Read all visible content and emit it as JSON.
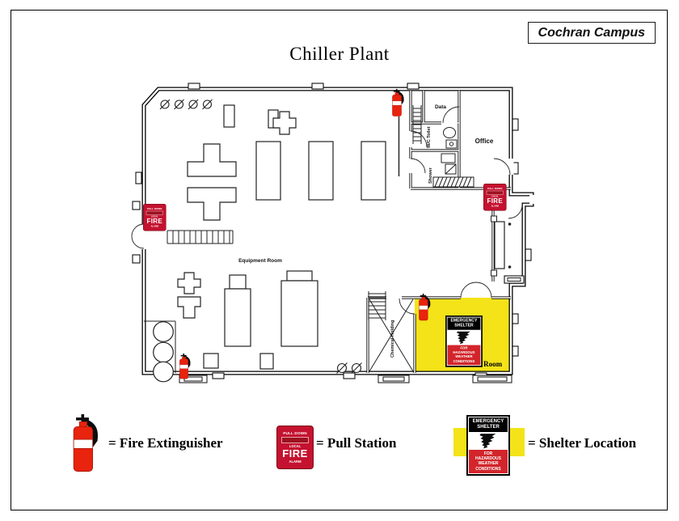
{
  "header": {
    "campus_label": "Cochran Campus",
    "title": "Chiller Plant"
  },
  "floor_plan": {
    "rooms": {
      "data": "Data",
      "office": "Office",
      "wc_toilet": "W/C Toilet",
      "shower": "Shower",
      "equipment_room": "Equipment Room",
      "chemical_holding": "Chemical Holding",
      "electrical_room": "Electrical Room"
    }
  },
  "signs": {
    "pull_station": {
      "line_top": "PULL DOWN",
      "line_local": "LOCAL",
      "line_fire": "FIRE",
      "line_alarm": "ALARM"
    },
    "shelter": {
      "header": "EMERGENCY SHELTER",
      "body": "FOR HAZARDOUS WEATHER CONDITIONS"
    }
  },
  "legend": {
    "fire_extinguisher_label": "= Fire Extinguisher",
    "pull_station_label": "= Pull Station",
    "shelter_location_label": "= Shelter Location"
  },
  "colors": {
    "alarm_red": "#c41230",
    "extinguisher_red": "#e8230e",
    "shelter_yellow": "#f3e318",
    "sign_red": "#d2252b"
  }
}
